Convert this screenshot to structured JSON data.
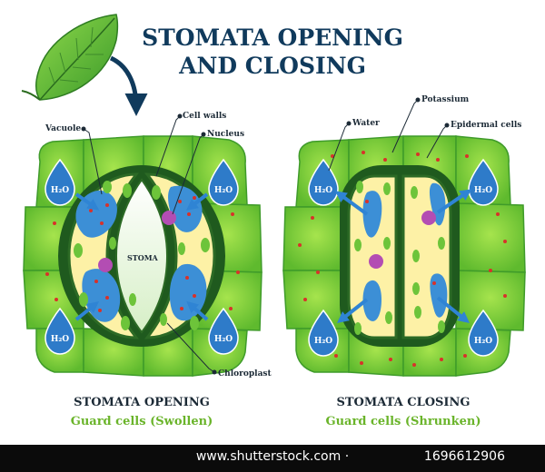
{
  "title": {
    "line1": "STOMATA OPENING",
    "line2": "AND CLOSING"
  },
  "labels": {
    "vacuole": "Vacuole",
    "cell_walls": "Cell walls",
    "nucleus": "Nucleus",
    "stoma": "STOMA",
    "chloroplast": "Chloroplast",
    "water": "Water",
    "potassium": "Potassium",
    "epidermal_cells": "Epidermal cells",
    "h2o": "H₂O"
  },
  "captions": {
    "opening_title": "STOMATA OPENING",
    "opening_sub": "Guard cells (Swollen)",
    "closing_title": "STOMATA CLOSING",
    "closing_sub": "Guard cells (Shrunken)"
  },
  "footer": {
    "site": "www.shutterstock.com",
    "separator": " · ",
    "image_id": "1696612906"
  },
  "colors": {
    "title": "#103a5c",
    "epidermis_light": "#8fd43e",
    "epidermis_dark": "#57b12c",
    "guard_cell_wall": "#1f5a1e",
    "cytoplasm": "#fdf1a6",
    "vacuole": "#3c8fd6",
    "nucleus": "#b34db3",
    "chloroplast": "#6dc43a",
    "potassium": "#d8322a",
    "water_drop": "#2e7bc9",
    "subtitle_green": "#6ab42a"
  }
}
